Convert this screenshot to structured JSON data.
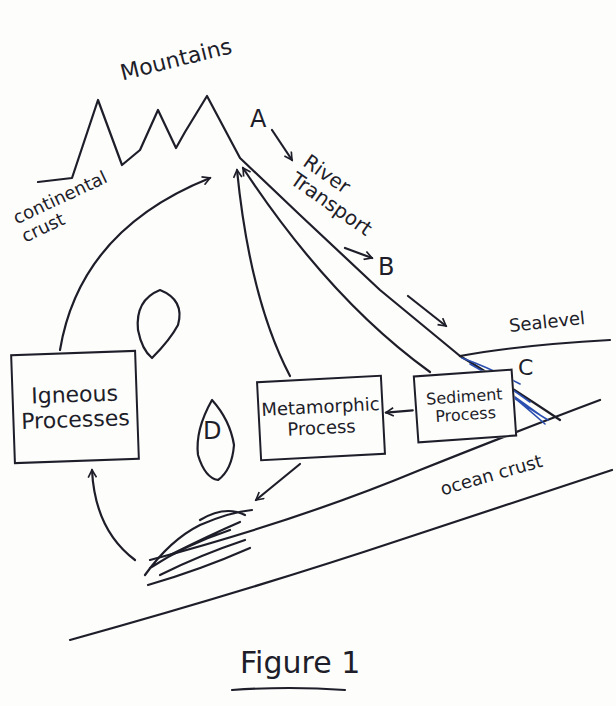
{
  "diagram": {
    "caption": "Figure 1",
    "nodes": [
      {
        "text": [
          "Igneous Processes"
        ]
      },
      {
        "text": [
          "Metamorphic Process"
        ]
      },
      {
        "text": [
          "Sediment Process"
        ]
      }
    ],
    "edges": [
      {
        "from": 2,
        "to": 1,
        "arrow": "to"
      }
    ],
    "labels": [
      "Mountains",
      "continental crust",
      "A",
      "River Transport",
      "B",
      "Sealevel",
      "C",
      "D",
      "ocean crust"
    ]
  }
}
